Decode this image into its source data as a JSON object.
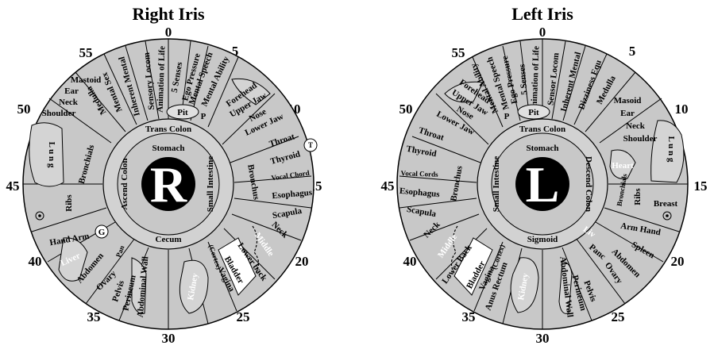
{
  "titles": {
    "right": "Right Iris",
    "left": "Left Iris"
  },
  "clock": {
    "n0": "0",
    "n5": "5",
    "n10": "10",
    "n15": "15",
    "n20": "20",
    "n25": "25",
    "n30": "30",
    "n35": "35",
    "n40": "40",
    "n45": "45",
    "n50": "50",
    "n55": "55"
  },
  "pupil": {
    "right": "R",
    "left": "L"
  },
  "right_iris": {
    "inner": {
      "stomach": "Stomach",
      "trans_colon": "Trans Colon",
      "cecum": "Cecum",
      "ascend_colon": "Ascend Colon",
      "small_intestine": "Small Intestine"
    },
    "zones": {
      "animation": "Animation of Life",
      "senses": "5 Senses",
      "ego": "Ego Pressure",
      "mental_speech": "Mental Speech",
      "mental_ability": "Mental Ability",
      "sensory": "Sensory Locom",
      "inherent": "Inherent Mental",
      "mental_sex": "Mental Sex",
      "medulla": "Medulla",
      "mastoid": "Mastoid",
      "ear": "Ear",
      "neck": "Neck",
      "shoulder": "Shoulder",
      "lung": "L u n g",
      "bronchials": "Bronchials",
      "ribs": "Ribs",
      "hand_arm": "Hand  Arm",
      "liver": "Liver",
      "abdomen": "Abdomen",
      "ovary": "Ovary",
      "pelvis": "Pelvis",
      "perineum": "Perineum",
      "abdominal_wall": "Abdominal Wall",
      "kidney": "Kidney",
      "cortex": "(Cortex)",
      "bladder": "Bladder",
      "vagina": "Vagina",
      "lower_back": "Lower back",
      "middle": "Middle",
      "neck2": "Neck",
      "scapula": "Scapula",
      "esophagus": "Esophagus",
      "vocal_chord": "Vocal Chord",
      "thyroid": "Thyroid",
      "throat": "Throat",
      "bronchus": "Bronchus",
      "forehead": "Forehead",
      "upper_jaw": "Upper Jaw",
      "nose": "Nose",
      "lower_jaw": "Lower Jaw",
      "pit": "Pit",
      "p": "P",
      "t": "T",
      "g": "G",
      "pan": "Pan"
    }
  },
  "left_iris": {
    "inner": {
      "stomach": "Stomach",
      "trans_colon": "Trans Colon",
      "sigmoid": "Sigmoid",
      "descend_colon": "Descend Colon",
      "small_intestine": "Small Intestine"
    },
    "zones": {
      "animation": "Animation of Life",
      "senses": "5 Senses",
      "ego": "Ego Pressure",
      "mental_speech": "Mental Speech",
      "mental_ability": "Mental Ability",
      "sensory": "Sensor Locom",
      "inherent": "Inherent Mental",
      "dizziness": "Dizziness Equ",
      "medulla": "Medulla",
      "mastoid": "Masoid",
      "ear": "Ear",
      "neck": "Neck",
      "shoulder": "Shoulder",
      "lung": "L u n g",
      "heart": "Heart",
      "bronchials": "Bronchials",
      "ribs": "Ribs",
      "breast": "Breast",
      "arm_hand": "Arm Hand",
      "spleen": "Spleen",
      "abdomen": "Abdomen",
      "ovary": "Ovary",
      "panc": "Panc",
      "liv": "Liv",
      "pelvis": "Pelvis",
      "perineum": "Perineum",
      "abdominal_wall": "Abdominal Wall",
      "kidney": "Kidney",
      "bladder": "Bladder",
      "vagina": "Vagina",
      "anus_rectum": "Anus Rectum",
      "cortex": "(Cortex)",
      "lower_back": "Lower Back",
      "middle": "Middle",
      "neck2": "Neck",
      "scapula": "Scapula",
      "esophagus": "Esophagus",
      "vocal_cords": "Vocal Cords",
      "thyroid": "Thyroid",
      "throat": "Throat",
      "bronchus": "Bronchus",
      "forehead": "Forehead",
      "upper_jaw": "Upper Jaw",
      "nose": "Nose",
      "lower_jaw": "Lower Jaw",
      "pit": "Pit",
      "p": "P"
    }
  },
  "colors": {
    "iris_fill": "#c8c8c8",
    "inner_fill": "#d2d2d2",
    "pupil_fill": "#000000",
    "stroke": "#000000"
  }
}
